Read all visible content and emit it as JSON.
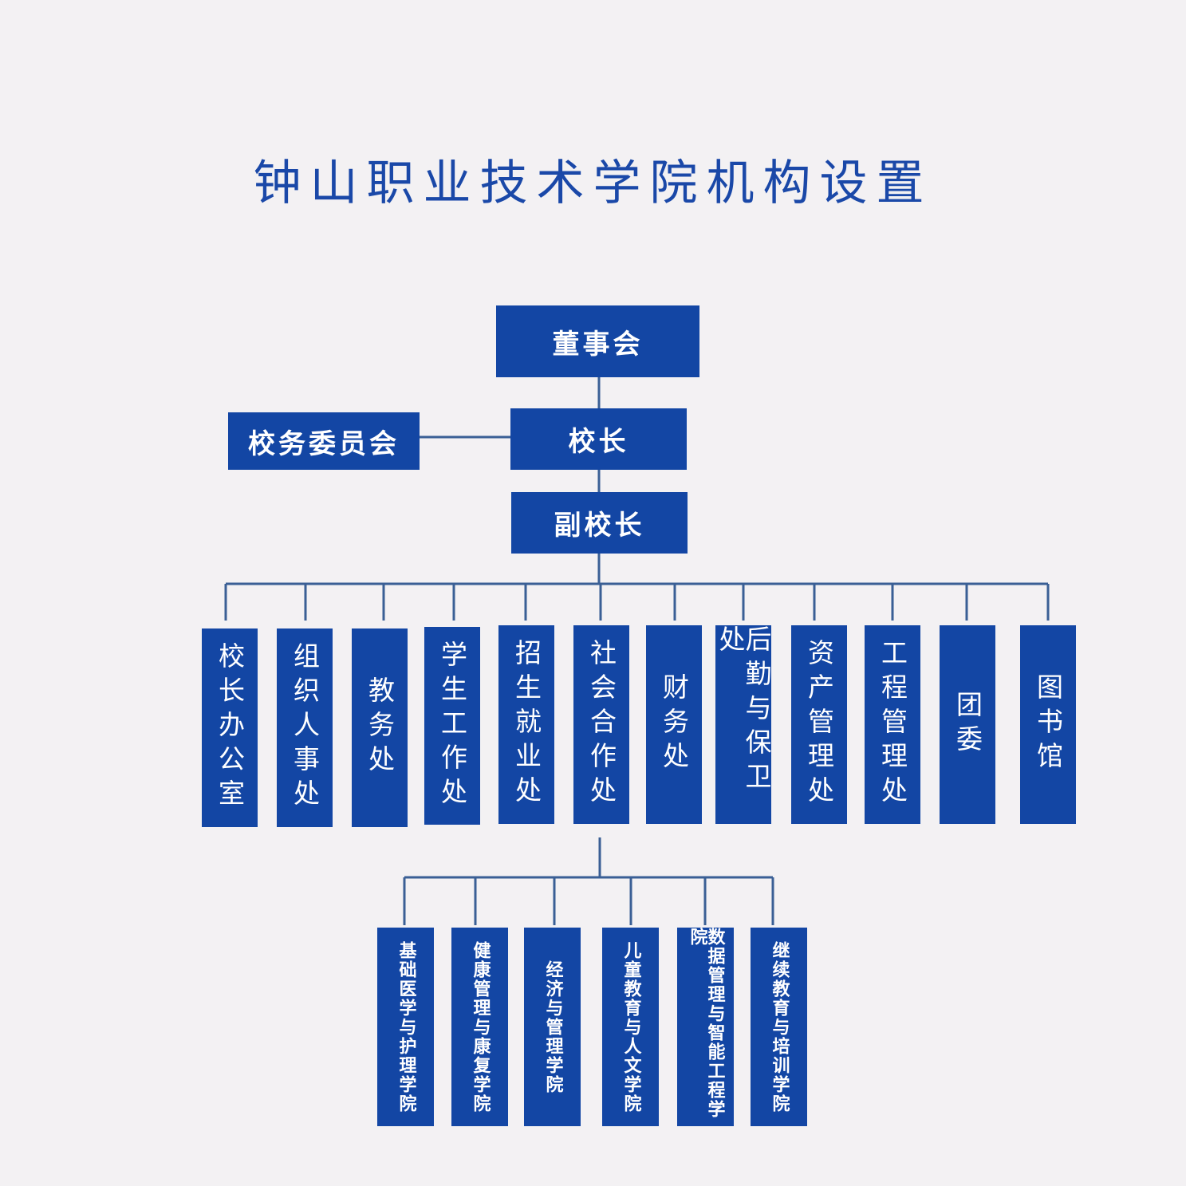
{
  "title": "钟山职业技术学院机构设置",
  "top_chain": {
    "board": "董事会",
    "president": "校长",
    "committee": "校务委员会",
    "vice_president": "副校长"
  },
  "departments": [
    "校长办公室",
    "组织人事处",
    "教务处",
    "学生工作处",
    "招生就业处",
    "社会合作处",
    "财务处",
    "后勤与保卫处",
    "资产管理处",
    "工程管理处",
    "团委",
    "图书馆"
  ],
  "colleges": [
    "基础医学与护理学院",
    "健康管理与康复学院",
    "经济与管理学院",
    "儿童教育与人文学院",
    "数据管理与智能工程学院",
    "继续教育与培训学院"
  ],
  "colors": {
    "box": "#1346a4",
    "title": "#1a48a8",
    "line": "#3a5f95",
    "background": "#f3f1f3"
  }
}
